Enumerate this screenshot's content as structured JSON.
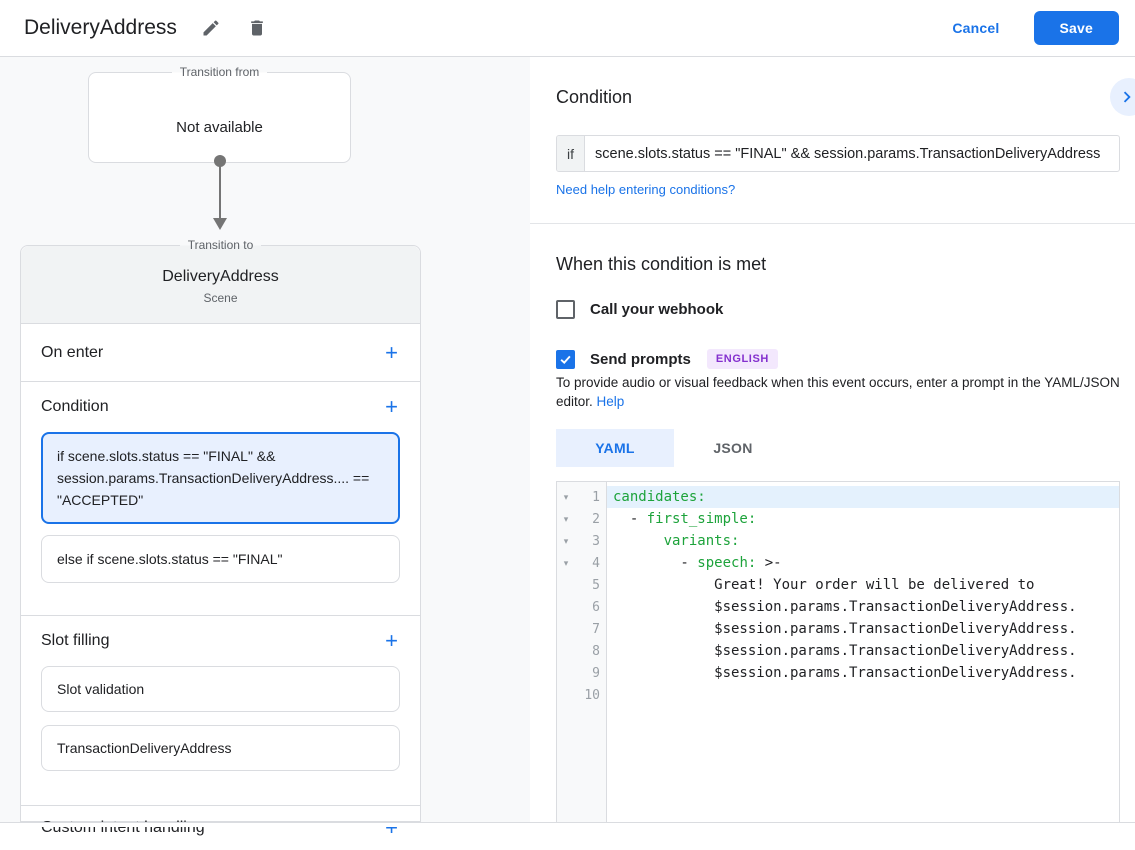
{
  "colors": {
    "accent_blue": "#1a73e8",
    "selected_bg": "#e8f0fe",
    "badge_purple": "#8430ce",
    "badge_bg": "#f3e8fd",
    "code_key_green": "#1da33b",
    "panel_gray": "#f8f9fa"
  },
  "header": {
    "title": "DeliveryAddress",
    "cancel_label": "Cancel",
    "save_label": "Save"
  },
  "flow": {
    "transition_from_label": "Transition from",
    "transition_from_value": "Not available",
    "transition_to_label": "Transition to",
    "scene_name": "DeliveryAddress",
    "scene_type": "Scene"
  },
  "scene_panel": {
    "on_enter_label": "On enter",
    "condition_label": "Condition",
    "conditions": [
      {
        "text": "if scene.slots.status == \"FINAL\" && session.params.TransactionDeliveryAddress.... == \"ACCEPTED\"",
        "selected": true
      },
      {
        "text": "else if scene.slots.status == \"FINAL\"",
        "selected": false
      }
    ],
    "slot_filling_label": "Slot filling",
    "slots": [
      {
        "text": "Slot validation"
      },
      {
        "text": "TransactionDeliveryAddress"
      }
    ],
    "custom_intent_label": "Custom intent handling"
  },
  "condition_panel": {
    "title": "Condition",
    "if_label": "if",
    "if_value": "scene.slots.status == \"FINAL\" && session.params.TransactionDeliveryAddress",
    "help_link": "Need help entering conditions?",
    "when_title": "When this condition is met",
    "webhook_label": "Call your webhook",
    "webhook_checked": false,
    "prompts_label": "Send prompts",
    "prompts_checked": true,
    "language_badge": "ENGLISH",
    "description": "To provide audio or visual feedback when this event occurs, enter a prompt in the YAML/JSON editor.",
    "description_help_label": "Help"
  },
  "editor": {
    "tabs": [
      {
        "label": "YAML",
        "active": true
      },
      {
        "label": "JSON",
        "active": false
      }
    ],
    "active_line": 1,
    "lines": [
      {
        "num": 1,
        "fold": true,
        "segments": [
          {
            "text": "candidates:",
            "type": "key"
          }
        ]
      },
      {
        "num": 2,
        "fold": true,
        "segments": [
          {
            "text": "  - ",
            "type": "plain"
          },
          {
            "text": "first_simple:",
            "type": "key"
          }
        ]
      },
      {
        "num": 3,
        "fold": true,
        "segments": [
          {
            "text": "      ",
            "type": "plain"
          },
          {
            "text": "variants:",
            "type": "key"
          }
        ]
      },
      {
        "num": 4,
        "fold": true,
        "segments": [
          {
            "text": "        - ",
            "type": "plain"
          },
          {
            "text": "speech:",
            "type": "key"
          },
          {
            "text": " >-",
            "type": "plain"
          }
        ]
      },
      {
        "num": 5,
        "fold": false,
        "segments": [
          {
            "text": "            Great! Your order will be delivered to",
            "type": "plain"
          }
        ]
      },
      {
        "num": 6,
        "fold": false,
        "segments": [
          {
            "text": "            $session.params.TransactionDeliveryAddress.",
            "type": "plain"
          }
        ]
      },
      {
        "num": 7,
        "fold": false,
        "segments": [
          {
            "text": "            $session.params.TransactionDeliveryAddress.",
            "type": "plain"
          }
        ]
      },
      {
        "num": 8,
        "fold": false,
        "segments": [
          {
            "text": "            $session.params.TransactionDeliveryAddress.",
            "type": "plain"
          }
        ]
      },
      {
        "num": 9,
        "fold": false,
        "segments": [
          {
            "text": "            $session.params.TransactionDeliveryAddress.",
            "type": "plain"
          }
        ]
      },
      {
        "num": 10,
        "fold": false,
        "segments": []
      }
    ]
  }
}
